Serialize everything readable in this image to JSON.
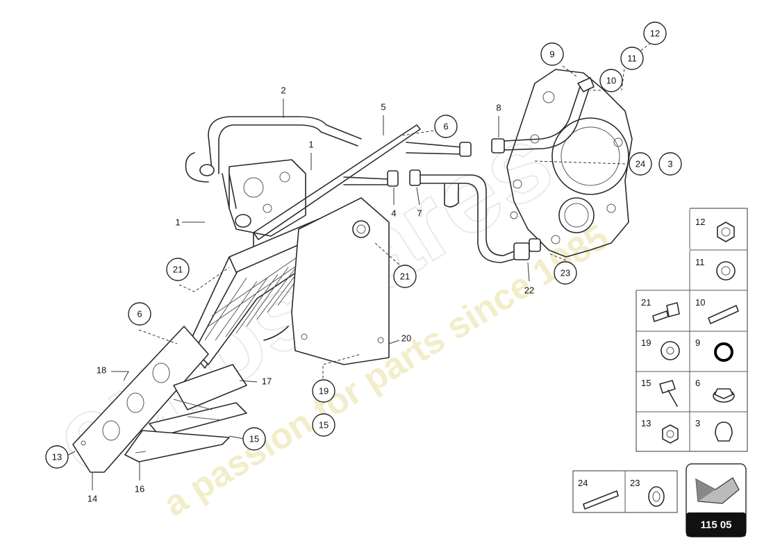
{
  "diagram": {
    "plate_number": "115 05",
    "watermark_logo": "eurospares",
    "watermark_text": "a passion for parts since 1985",
    "callouts_circled": [
      "12",
      "11",
      "10",
      "9",
      "6",
      "3",
      "24",
      "21",
      "21",
      "6",
      "19",
      "15",
      "15",
      "13",
      "23"
    ],
    "callouts_plain": [
      "2",
      "5",
      "1",
      "1",
      "8",
      "4",
      "7",
      "22",
      "20",
      "17",
      "18",
      "14",
      "16"
    ],
    "legend_cells": [
      "12",
      "11",
      "21",
      "10",
      "19",
      "9",
      "15",
      "6",
      "13",
      "3"
    ],
    "legend_bottom_cells": [
      "24",
      "23"
    ],
    "colors": {
      "line": "#2a2a2a",
      "watermark": "#e8e0a0",
      "plate_bg": "#111111"
    }
  }
}
